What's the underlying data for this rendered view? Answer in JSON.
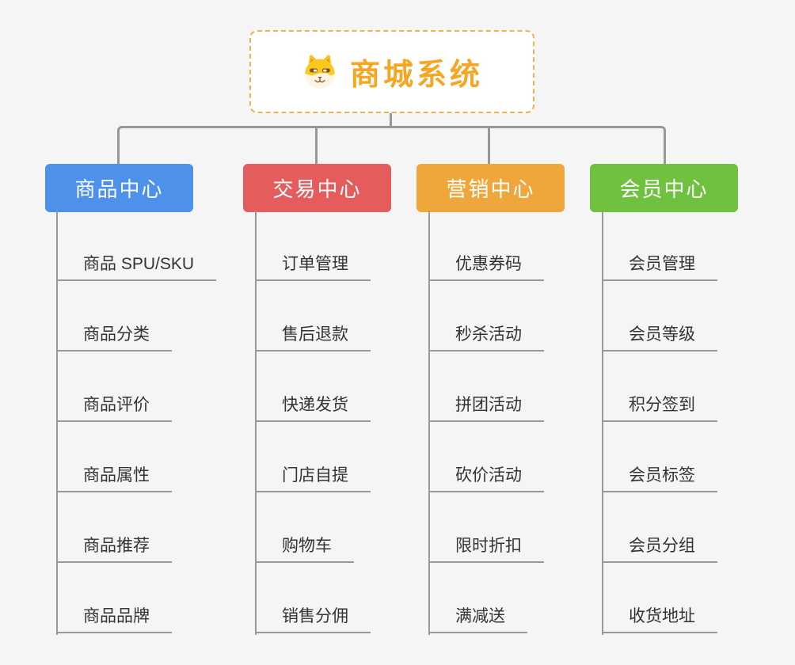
{
  "canvas": {
    "background": "#f5f5f5",
    "connector_color": "#979797"
  },
  "root": {
    "label": "商城系统",
    "text_color": "#f5a623",
    "border_color": "#f2b04e",
    "icon": "dog-face-icon"
  },
  "branches": [
    {
      "label": "商品中心",
      "color": "#4d91ea",
      "items": [
        "商品 SPU/SKU",
        "商品分类",
        "商品评价",
        "商品属性",
        "商品推荐",
        "商品品牌"
      ]
    },
    {
      "label": "交易中心",
      "color": "#e55c5c",
      "items": [
        "订单管理",
        "售后退款",
        "快递发货",
        "门店自提",
        "购物车",
        "销售分佣"
      ]
    },
    {
      "label": "营销中心",
      "color": "#efa73c",
      "items": [
        "优惠券码",
        "秒杀活动",
        "拼团活动",
        "砍价活动",
        "限时折扣",
        "满减送"
      ]
    },
    {
      "label": "会员中心",
      "color": "#70c13f",
      "items": [
        "会员管理",
        "会员等级",
        "积分签到",
        "会员标签",
        "会员分组",
        "收货地址"
      ]
    }
  ]
}
